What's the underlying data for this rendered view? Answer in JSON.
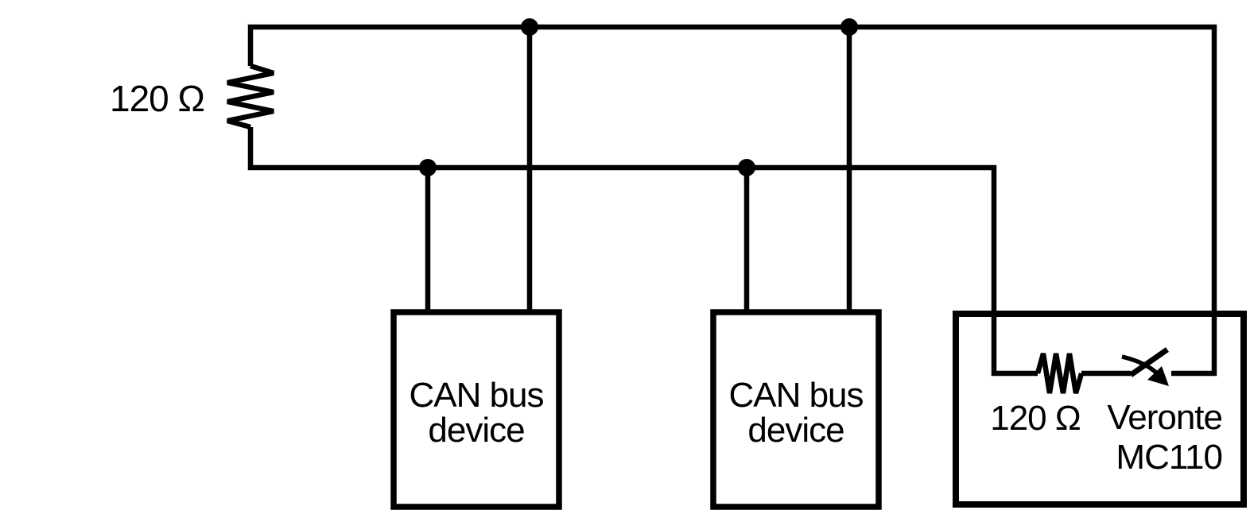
{
  "colors": {
    "wire": "#000000",
    "background": "#ffffff"
  },
  "diagram": {
    "left_resistor": {
      "label": "120 Ω"
    },
    "can_devices": [
      {
        "line1": "CAN bus",
        "line2": "device"
      },
      {
        "line1": "CAN bus",
        "line2": "device"
      }
    ],
    "veronte_unit": {
      "resistor_label": "120 Ω",
      "name_line1": "Veronte",
      "name_line2": "MC110"
    }
  }
}
